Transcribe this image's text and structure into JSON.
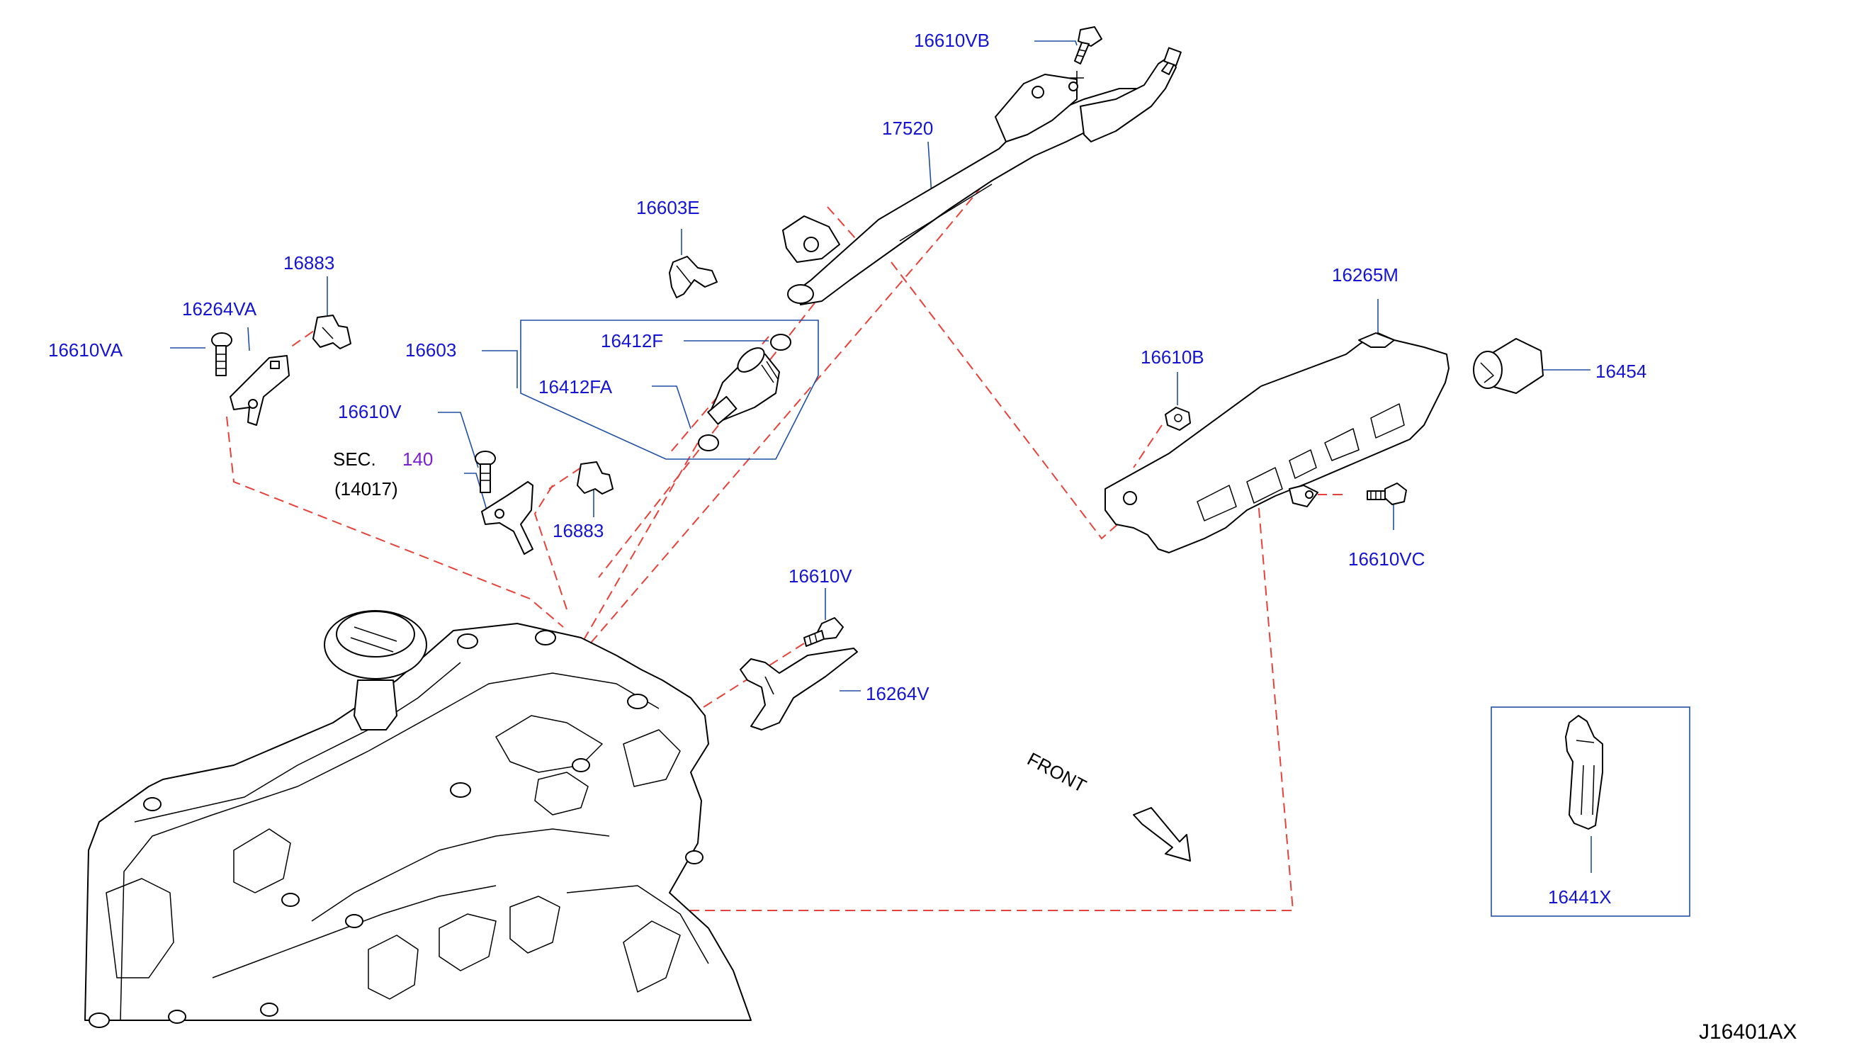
{
  "diagram_code": "J16401AX",
  "section_ref": {
    "label": "SEC.",
    "number": "140",
    "sub": "(14017)"
  },
  "direction_label": "FRONT",
  "part_numbers": {
    "p16610VB": "16610VB",
    "p17520": "17520",
    "p16603E": "16603E",
    "p16883a": "16883",
    "p16264VA": "16264VA",
    "p16610VA": "16610VA",
    "p16603": "16603",
    "p16412F": "16412F",
    "p16412FA": "16412FA",
    "p16610Va": "16610V",
    "p16883b": "16883",
    "p16265M": "16265M",
    "p16610B": "16610B",
    "p16454": "16454",
    "p16610VC": "16610VC",
    "p16610Vb": "16610V",
    "p16264V": "16264V",
    "p16441X": "16441X"
  },
  "colors": {
    "part_label": "#1414d2",
    "section_label": "#7a1fd6",
    "leader": "#1f4fa3",
    "dashed": "#e8413a"
  }
}
